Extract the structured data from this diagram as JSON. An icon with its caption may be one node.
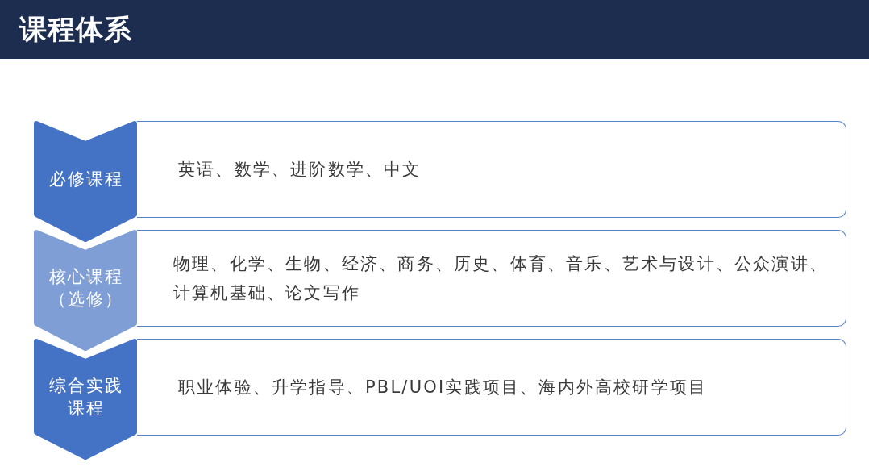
{
  "diagram": {
    "title": "课程体系",
    "nodes": [
      {
        "text": [
          "必修课程"
        ]
      },
      {
        "text": [
          "英语、数学、进阶数学、中文"
        ]
      },
      {
        "text": [
          "核心课程（选修）"
        ]
      },
      {
        "text": [
          "物理、化学、生物、经济、商务、历史、体育、音乐、艺术与设计、公众演讲、计算机基础、论文写作"
        ]
      },
      {
        "text": [
          "综合实践课程"
        ]
      },
      {
        "text": [
          "职业体验、升学指导、PBL/UOI实践项目、海内外高校研学项目"
        ]
      }
    ]
  }
}
